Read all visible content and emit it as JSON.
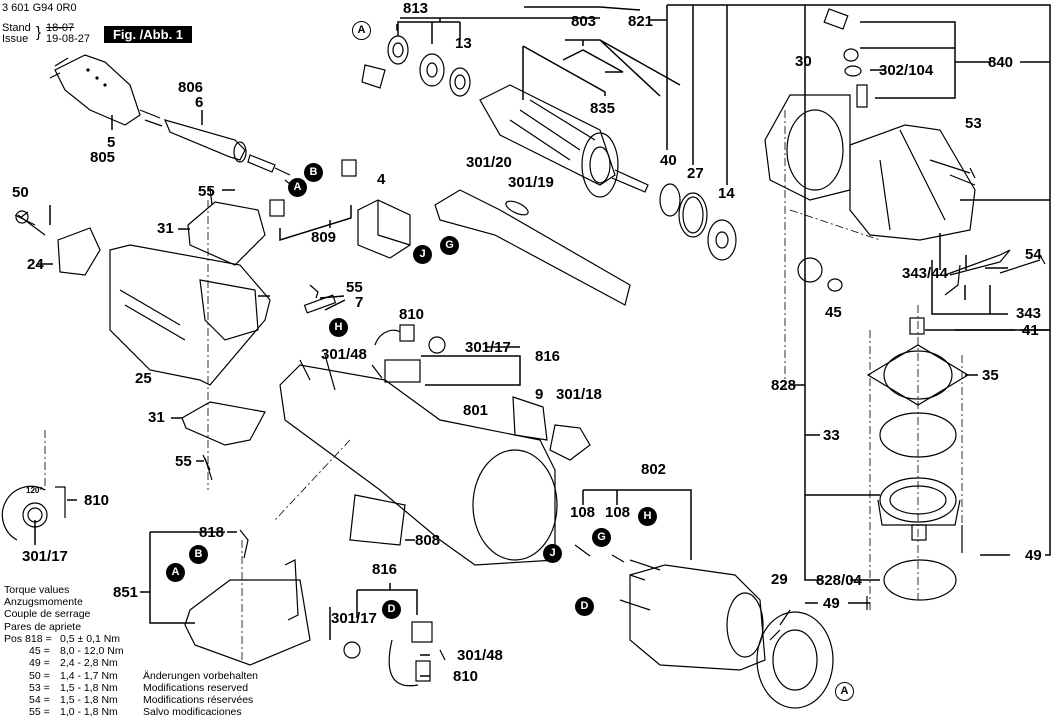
{
  "header": {
    "document_number": "3 601 G94 0R0",
    "stand_label": "Stand",
    "issue_label": "Issue",
    "old_date": "18-07",
    "issue_date": "19-08-27",
    "figure_title": "Fig. /Abb. 1"
  },
  "part_labels": {
    "p813": "813",
    "p803": "803",
    "p821": "821",
    "p13": "13",
    "p835": "835",
    "p806": "806",
    "p6": "6",
    "p5": "5",
    "p805": "805",
    "p30": "30",
    "p302_104": "302/104",
    "p840": "840",
    "p53": "53",
    "p40": "40",
    "p27": "27",
    "p14": "14",
    "p50": "50",
    "p55a": "55",
    "p4": "4",
    "p301_20": "301/20",
    "p301_19": "301/19",
    "p31a": "31",
    "p809": "809",
    "p24": "24",
    "p54": "54",
    "p343_44": "343/44",
    "p45": "45",
    "p343": "343",
    "p41": "41",
    "p55b": "55",
    "p7": "7",
    "p810a": "810",
    "p301_17a": "301/17",
    "p816a": "816",
    "p301_48a": "301/48",
    "p25": "25",
    "p35": "35",
    "p828": "828",
    "p33": "33",
    "p801": "801",
    "p9": "9",
    "p301_18": "301/18",
    "p31b": "31",
    "p55c": "55",
    "p810b": "810",
    "p301_17b": "301/17",
    "p818": "818",
    "p808": "808",
    "p802": "802",
    "p108a": "108",
    "p108b": "108",
    "p49a": "49",
    "p851": "851",
    "p816b": "816",
    "p29": "29",
    "p828_04": "828/04",
    "p49b": "49",
    "p301_17c": "301/17",
    "p301_48b": "301/48",
    "p810c": "810",
    "angle": "120°"
  },
  "connection_markers": {
    "A_top": "A",
    "B_cord": "B",
    "A_cord": "A",
    "J_switch": "J",
    "G_switch": "G",
    "H_brush": "H",
    "J_housing": "J",
    "G_stator": "G",
    "H_stator": "H",
    "D_stator": "D",
    "D_brush": "D",
    "A_base": "A",
    "B_base": "B",
    "A_fan": "A"
  },
  "torque": {
    "titles": [
      "Torque values",
      "Anzugsmomente",
      "Couple de serrage",
      "Pares de apriete"
    ],
    "rows": [
      {
        "pos": "Pos 818 =",
        "value": "0,5 ± 0,1 Nm"
      },
      {
        "pos": "45 =",
        "value": "8,0 - 12,0 Nm"
      },
      {
        "pos": "49 =",
        "value": "2,4 - 2,8 Nm"
      },
      {
        "pos": "50 =",
        "value": "1,4 - 1,7 Nm"
      },
      {
        "pos": "53 =",
        "value": "1,5 - 1,8 Nm"
      },
      {
        "pos": "54 =",
        "value": "1,5 - 1,8 Nm"
      },
      {
        "pos": "55 =",
        "value": "1,0 - 1,8 Nm"
      }
    ]
  },
  "modifications": [
    "Änderungen vorbehalten",
    "Modifications reserved",
    "Modifications réservées",
    "Salvo modificaciones"
  ]
}
